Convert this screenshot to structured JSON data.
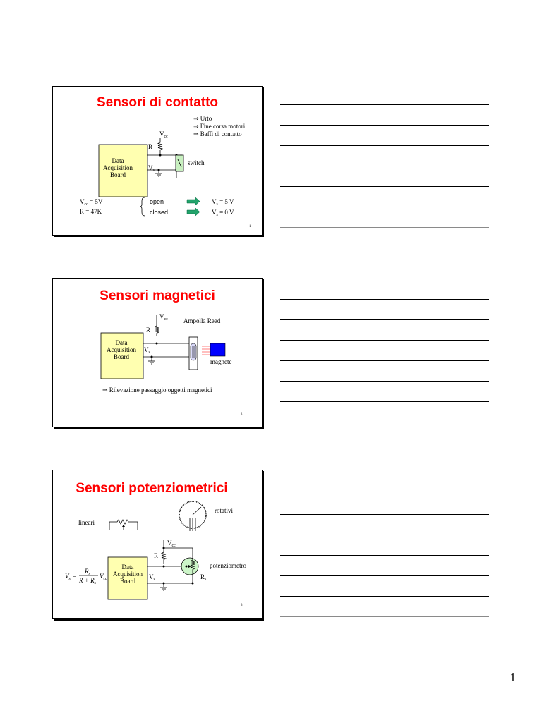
{
  "slide1": {
    "title": "Sensori di contatto",
    "bullets": [
      "⇒ Urto",
      "⇒ Fine corsa motori",
      "⇒ Baffi di contatto"
    ],
    "vcc": "V",
    "vcc_sub": "cc",
    "r": "R",
    "board": [
      "Data",
      "Acquisition",
      "Board"
    ],
    "vs": "V",
    "vs_sub": "s",
    "switch_label": "switch",
    "param1_a": "V",
    "param1_sub": "cc",
    "param1_b": " = 5V",
    "param2": "R = 47K",
    "state1": "open",
    "state2": "closed",
    "result1_a": "V",
    "result1_sub": "s",
    "result1_b": " = 5 V",
    "result2_a": "V",
    "result2_sub": "s",
    "result2_b": " = 0 V",
    "page": "1",
    "arrow_color": "#22a36b",
    "switch_color": "#c8f0c0"
  },
  "slide2": {
    "title": "Sensori magnetici",
    "vcc": "V",
    "vcc_sub": "cc",
    "r": "R",
    "board": [
      "Data",
      "Acquisition",
      "Board"
    ],
    "vs": "V",
    "vs_sub": "s",
    "reed_label": "Ampolla Reed",
    "magnet_label": "magnete",
    "note": "⇒ Rilevazione passaggio oggetti magnetici",
    "page": "2",
    "magnet_color": "#0000ff"
  },
  "slide3": {
    "title": "Sensori potenziometrici",
    "rotativi": "rotativi",
    "lineari": "lineari",
    "vcc": "V",
    "vcc_sub": "cc",
    "r": "R",
    "board": [
      "Data",
      "Acquisition",
      "Board"
    ],
    "vs": "V",
    "vs_sub": "s",
    "pot_label": "potenziometro",
    "rs": "R",
    "rs_sub": "s",
    "formula_lhs": "V",
    "formula_lhs_sub": "s",
    "formula_num": "R",
    "formula_num_sub": "s",
    "formula_den": "R + R",
    "formula_den_sub": "s",
    "formula_vcc": "V",
    "formula_vcc_sub": "cc",
    "page": "3",
    "pot_color": "#ccf5c8"
  },
  "page_number": "1",
  "board_color": "#ffffb0"
}
